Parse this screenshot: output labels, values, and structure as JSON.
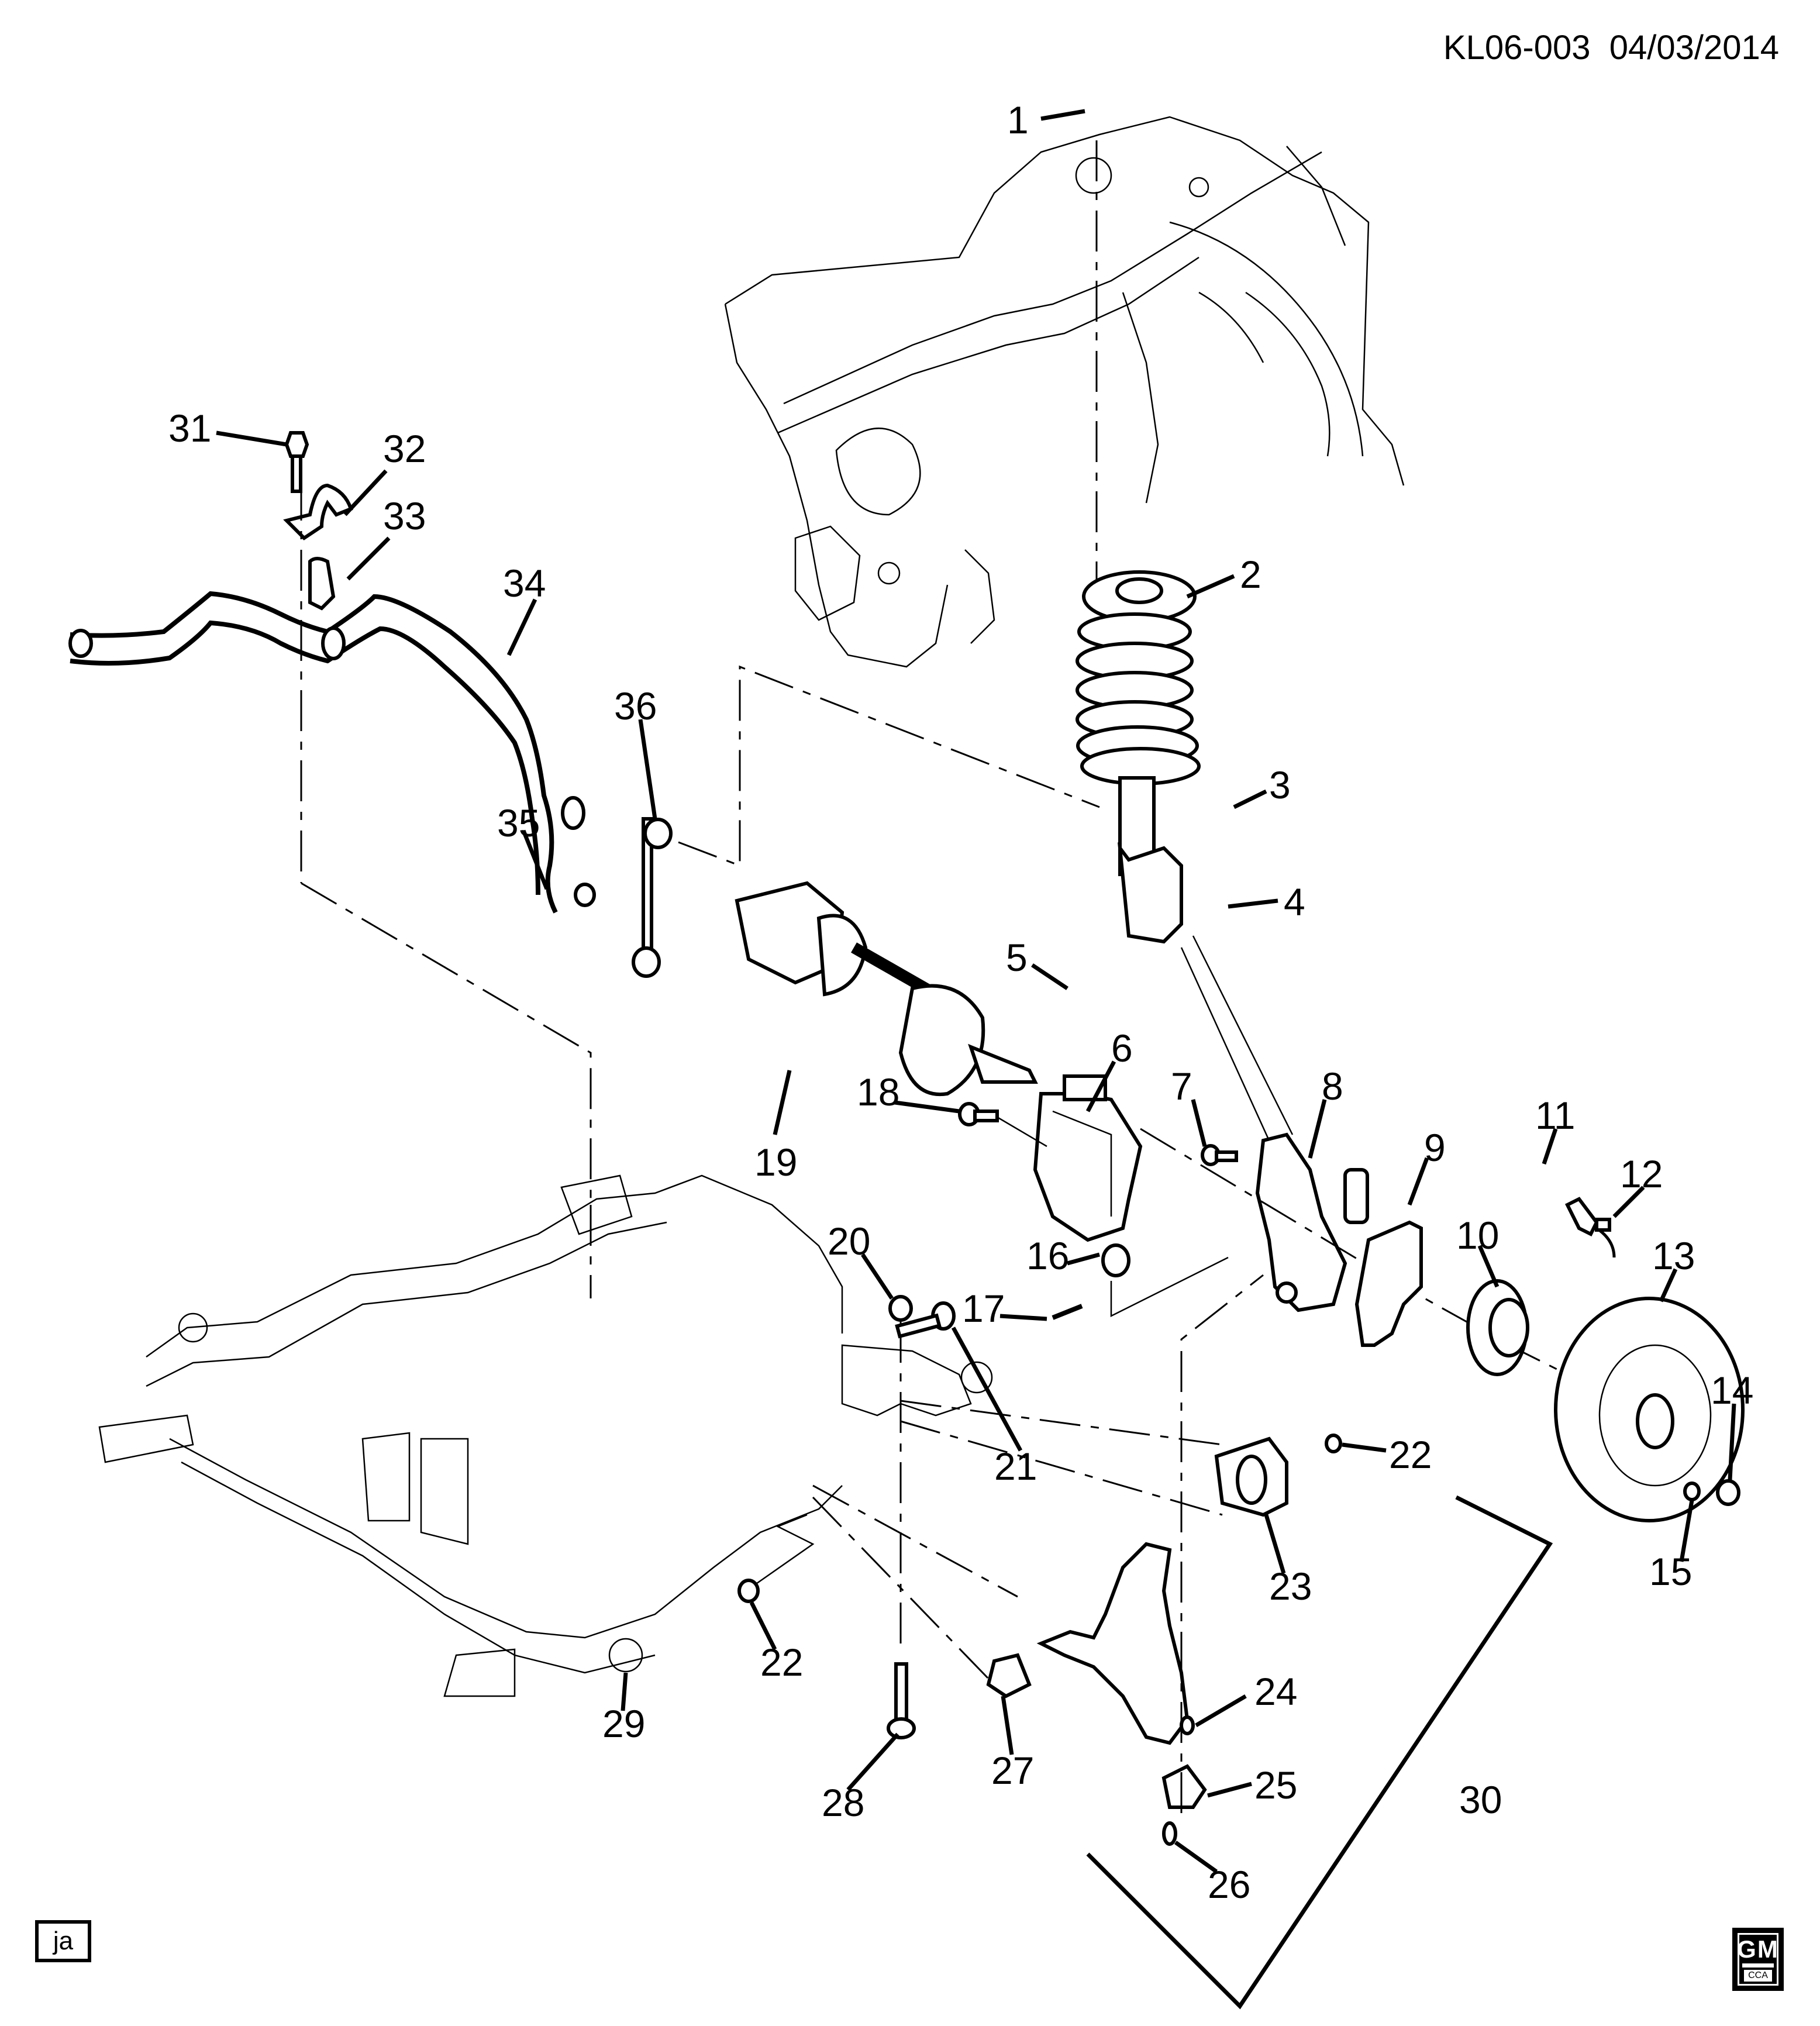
{
  "header": {
    "diagram_id": "KL06-003",
    "date": "04/03/2014"
  },
  "footer": {
    "artist_initials": "ja",
    "logo": {
      "main": "GM",
      "sub": "CCA"
    }
  },
  "diagram": {
    "title": "Front Suspension exploded view",
    "callouts": [
      {
        "id": "c1",
        "label": "1",
        "part": "strut-mount-nut"
      },
      {
        "id": "c2",
        "label": "2",
        "part": "strut-and-spring-assembly"
      },
      {
        "id": "c3",
        "label": "3",
        "part": "strut-to-knuckle-nut"
      },
      {
        "id": "c4",
        "label": "4",
        "part": "nut"
      },
      {
        "id": "c5",
        "label": "5",
        "part": "strut-to-knuckle-bolt"
      },
      {
        "id": "c6",
        "label": "6",
        "part": "brake-caliper"
      },
      {
        "id": "c7",
        "label": "7",
        "part": "bolt"
      },
      {
        "id": "c8",
        "label": "8",
        "part": "steering-knuckle"
      },
      {
        "id": "c9",
        "label": "9",
        "part": "splash-shield"
      },
      {
        "id": "c10",
        "label": "10",
        "part": "wheel-hub-and-bearing"
      },
      {
        "id": "c11",
        "label": "11",
        "part": "wheel-speed-sensor"
      },
      {
        "id": "c12",
        "label": "12",
        "part": "sensor-bolt"
      },
      {
        "id": "c13",
        "label": "13",
        "part": "brake-rotor"
      },
      {
        "id": "c14",
        "label": "14",
        "part": "axle-nut"
      },
      {
        "id": "c15",
        "label": "15",
        "part": "rotor-screw"
      },
      {
        "id": "c16",
        "label": "16",
        "part": "castle-nut"
      },
      {
        "id": "c17",
        "label": "17",
        "part": "cotter-pin"
      },
      {
        "id": "c18",
        "label": "18",
        "part": "caliper-bolt"
      },
      {
        "id": "c19",
        "label": "19",
        "part": "drive-axle"
      },
      {
        "id": "c20",
        "label": "20",
        "part": "nut"
      },
      {
        "id": "c21",
        "label": "21",
        "part": "bolt"
      },
      {
        "id": "c22a",
        "label": "22",
        "part": "nut"
      },
      {
        "id": "c22b",
        "label": "22",
        "part": "nut"
      },
      {
        "id": "c23",
        "label": "23",
        "part": "rear-bushing"
      },
      {
        "id": "c24",
        "label": "24",
        "part": "nut"
      },
      {
        "id": "c25",
        "label": "25",
        "part": "ball-joint"
      },
      {
        "id": "c26",
        "label": "26",
        "part": "nut"
      },
      {
        "id": "c27",
        "label": "27",
        "part": "front-bushing"
      },
      {
        "id": "c28",
        "label": "28",
        "part": "bolt"
      },
      {
        "id": "c29",
        "label": "29",
        "part": "frame-subframe"
      },
      {
        "id": "c30",
        "label": "30",
        "part": "lower-control-arm-assembly"
      },
      {
        "id": "c31",
        "label": "31",
        "part": "bolt"
      },
      {
        "id": "c32",
        "label": "32",
        "part": "stabilizer-bracket"
      },
      {
        "id": "c33",
        "label": "33",
        "part": "stabilizer-bushing"
      },
      {
        "id": "c34",
        "label": "34",
        "part": "stabilizer-bar"
      },
      {
        "id": "c35",
        "label": "35",
        "part": "nut"
      },
      {
        "id": "c36",
        "label": "36",
        "part": "stabilizer-link"
      }
    ]
  }
}
